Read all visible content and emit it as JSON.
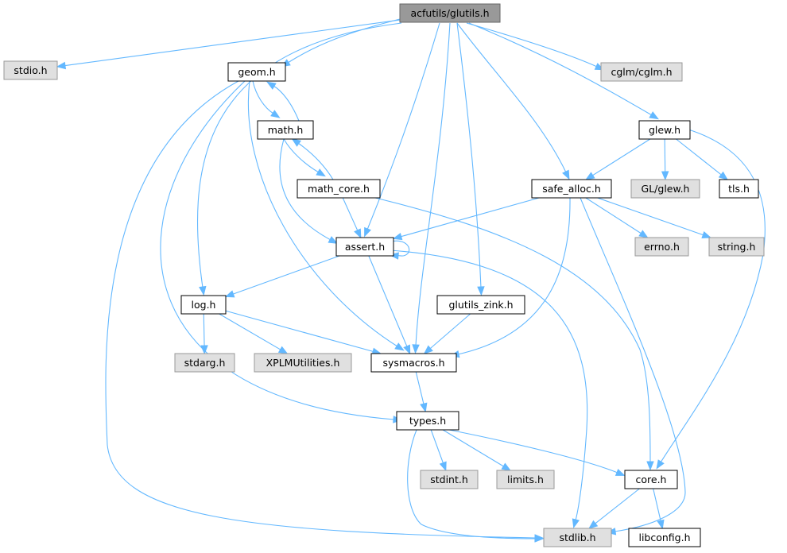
{
  "diagram": {
    "colors": {
      "root_fill": "#999999",
      "root_stroke": "#666666",
      "documented_fill": "#ffffff",
      "documented_stroke": "#000000",
      "external_fill": "#e0e0e0",
      "external_stroke": "#999999",
      "edge": "#63b8ff"
    },
    "nodes": [
      {
        "id": "glutils",
        "label": "acfutils/glutils.h",
        "kind": "root"
      },
      {
        "id": "stdio",
        "label": "stdio.h",
        "kind": "external"
      },
      {
        "id": "geom",
        "label": "geom.h",
        "kind": "documented"
      },
      {
        "id": "cglm",
        "label": "cglm/cglm.h",
        "kind": "external"
      },
      {
        "id": "math",
        "label": "math.h",
        "kind": "documented"
      },
      {
        "id": "glew",
        "label": "glew.h",
        "kind": "documented"
      },
      {
        "id": "math_core",
        "label": "math_core.h",
        "kind": "documented"
      },
      {
        "id": "safe_alloc",
        "label": "safe_alloc.h",
        "kind": "documented"
      },
      {
        "id": "glglew",
        "label": "GL/glew.h",
        "kind": "external"
      },
      {
        "id": "tls",
        "label": "tls.h",
        "kind": "documented"
      },
      {
        "id": "assert",
        "label": "assert.h",
        "kind": "documented"
      },
      {
        "id": "errno",
        "label": "errno.h",
        "kind": "external"
      },
      {
        "id": "string",
        "label": "string.h",
        "kind": "external"
      },
      {
        "id": "log",
        "label": "log.h",
        "kind": "documented"
      },
      {
        "id": "glutils_zink",
        "label": "glutils_zink.h",
        "kind": "documented"
      },
      {
        "id": "stdarg",
        "label": "stdarg.h",
        "kind": "external"
      },
      {
        "id": "xplm",
        "label": "XPLMUtilities.h",
        "kind": "external"
      },
      {
        "id": "sysmacros",
        "label": "sysmacros.h",
        "kind": "documented"
      },
      {
        "id": "types",
        "label": "types.h",
        "kind": "documented"
      },
      {
        "id": "stdint",
        "label": "stdint.h",
        "kind": "external"
      },
      {
        "id": "limits",
        "label": "limits.h",
        "kind": "external"
      },
      {
        "id": "core",
        "label": "core.h",
        "kind": "documented"
      },
      {
        "id": "stdlib",
        "label": "stdlib.h",
        "kind": "external"
      },
      {
        "id": "libconfig",
        "label": "libconfig.h",
        "kind": "documented"
      }
    ],
    "edges": [
      {
        "from": "glutils",
        "to": "stdio"
      },
      {
        "from": "glutils",
        "to": "geom"
      },
      {
        "from": "glutils",
        "to": "log"
      },
      {
        "from": "glutils",
        "to": "assert"
      },
      {
        "from": "glutils",
        "to": "sysmacros"
      },
      {
        "from": "glutils",
        "to": "glutils_zink"
      },
      {
        "from": "glutils",
        "to": "safe_alloc"
      },
      {
        "from": "glutils",
        "to": "glew"
      },
      {
        "from": "glutils",
        "to": "cglm"
      },
      {
        "from": "geom",
        "to": "math"
      },
      {
        "from": "math",
        "to": "geom"
      },
      {
        "from": "geom",
        "to": "sysmacros"
      },
      {
        "from": "geom",
        "to": "types"
      },
      {
        "from": "geom",
        "to": "stdlib"
      },
      {
        "from": "math",
        "to": "math_core"
      },
      {
        "from": "math_core",
        "to": "math"
      },
      {
        "from": "math",
        "to": "assert"
      },
      {
        "from": "math_core",
        "to": "assert"
      },
      {
        "from": "math_core",
        "to": "core"
      },
      {
        "from": "assert",
        "to": "assert"
      },
      {
        "from": "assert",
        "to": "log"
      },
      {
        "from": "assert",
        "to": "sysmacros"
      },
      {
        "from": "assert",
        "to": "stdlib"
      },
      {
        "from": "glew",
        "to": "safe_alloc"
      },
      {
        "from": "glew",
        "to": "glglew"
      },
      {
        "from": "glew",
        "to": "tls"
      },
      {
        "from": "glew",
        "to": "core"
      },
      {
        "from": "safe_alloc",
        "to": "assert"
      },
      {
        "from": "safe_alloc",
        "to": "errno"
      },
      {
        "from": "safe_alloc",
        "to": "string"
      },
      {
        "from": "safe_alloc",
        "to": "sysmacros"
      },
      {
        "from": "safe_alloc",
        "to": "stdlib"
      },
      {
        "from": "log",
        "to": "stdarg"
      },
      {
        "from": "log",
        "to": "xplm"
      },
      {
        "from": "log",
        "to": "sysmacros"
      },
      {
        "from": "glutils_zink",
        "to": "sysmacros"
      },
      {
        "from": "sysmacros",
        "to": "types"
      },
      {
        "from": "types",
        "to": "stdint"
      },
      {
        "from": "types",
        "to": "limits"
      },
      {
        "from": "types",
        "to": "core"
      },
      {
        "from": "types",
        "to": "stdlib"
      },
      {
        "from": "core",
        "to": "stdlib"
      },
      {
        "from": "core",
        "to": "libconfig"
      }
    ]
  }
}
